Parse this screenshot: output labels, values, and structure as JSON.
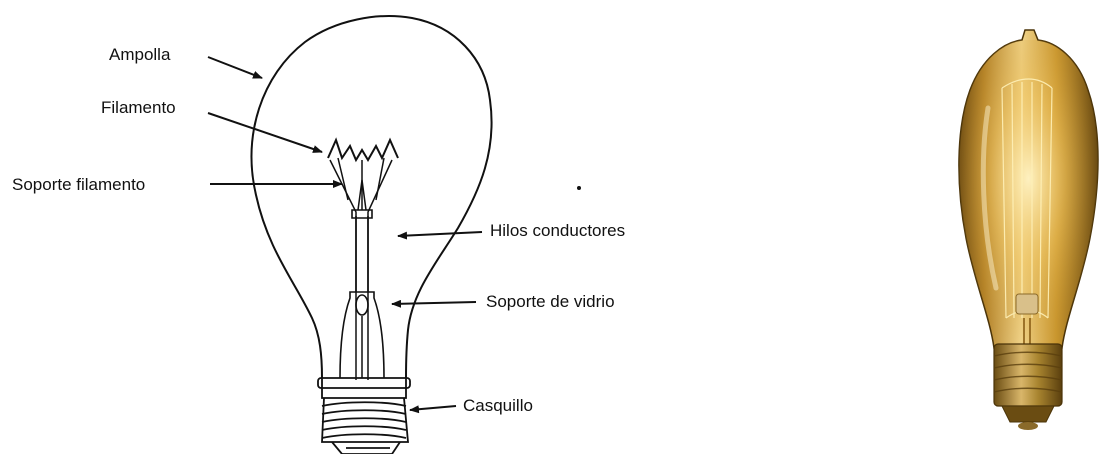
{
  "diagram": {
    "labels": {
      "ampolla": "Ampolla",
      "filamento": "Filamento",
      "soporte_filamento": "Soporte filamento",
      "hilos_conductores": "Hilos conductores",
      "soporte_vidrio": "Soporte de vidrio",
      "casquillo": "Casquillo"
    }
  },
  "colors": {
    "ink": "#111111",
    "background": "#ffffff",
    "photo_glass": "#c9962e",
    "photo_base": "#a8842f"
  }
}
